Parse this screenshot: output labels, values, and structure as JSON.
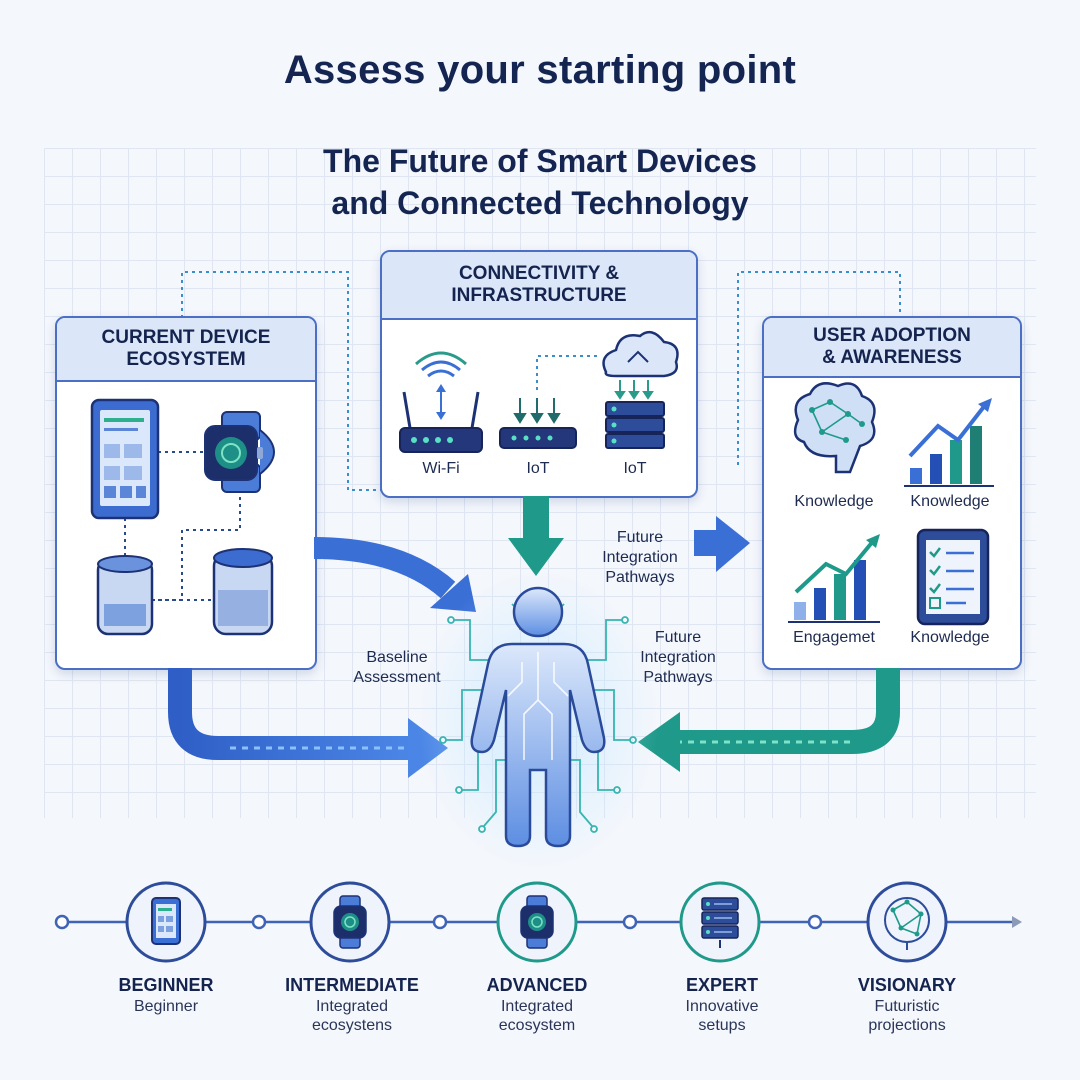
{
  "page": {
    "title": "Assess your starting point",
    "subtitle_line1": "The Future of Smart Devices",
    "subtitle_line2": "and Connected Technology"
  },
  "panels": {
    "left": {
      "title_line1": "CURRENT DEVICE",
      "title_line2": "ECOSYSTEM"
    },
    "center": {
      "title_line1": "CONNECTIVITY &",
      "title_line2": "INFRASTRUCTURE",
      "items": [
        "Wi-Fi",
        "IoT",
        "IoT"
      ]
    },
    "right": {
      "title_line1": "USER ADOPTION",
      "title_line2": "& AWARENESS",
      "items": [
        "Knowledge",
        "Knowledge",
        "Engagemet",
        "Knowledge"
      ]
    }
  },
  "flow_labels": {
    "top": [
      "Future",
      "Integration",
      "Pathways"
    ],
    "right": [
      "Future",
      "Integration",
      "Pathways"
    ],
    "left": [
      "Baseline",
      "Assessment"
    ]
  },
  "stages": [
    {
      "title": "BEGINNER",
      "desc": [
        "Beginner"
      ],
      "icon": "tablet-icon"
    },
    {
      "title": "INTERMEDIATE",
      "desc": [
        "Integrated",
        "ecosystens"
      ],
      "icon": "smartwatch-icon"
    },
    {
      "title": "ADVANCED",
      "desc": [
        "Integrated",
        "ecosystem"
      ],
      "icon": "smartwatch-icon"
    },
    {
      "title": "EXPERT",
      "desc": [
        "Innovative",
        "setups"
      ],
      "icon": "server-icon"
    },
    {
      "title": "VISIONARY",
      "desc": [
        "Futuristic",
        "projections"
      ],
      "icon": "network-brain-icon"
    }
  ],
  "colors": {
    "navy": "#152552",
    "blue": "#3a6fd6",
    "teal": "#1f9a8a",
    "panel_border": "#4a6fc4"
  }
}
